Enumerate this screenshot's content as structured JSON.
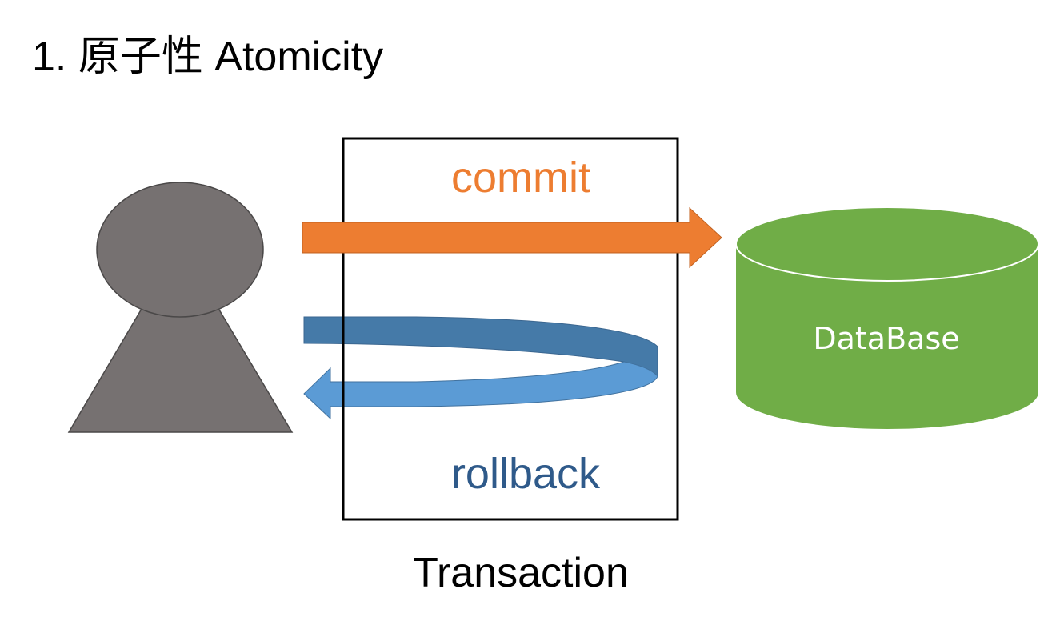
{
  "title": "1. 原子性 Atomicity",
  "labels": {
    "commit": "commit",
    "rollback": "rollback",
    "transaction": "Transaction",
    "database": "DataBase"
  },
  "colors": {
    "commit_arrow": "#ED7D31",
    "rollback_arrow_back": "#457AA8",
    "rollback_arrow_front": "#5B9BD5",
    "rollback_text": "#2F5A8A",
    "database": "#70AD47",
    "person": "#767171"
  }
}
